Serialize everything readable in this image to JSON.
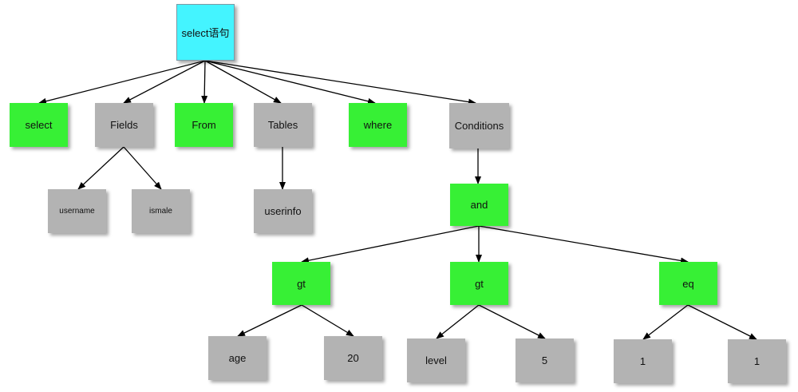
{
  "colors": {
    "root": "#44f4ff",
    "keyword": "#37f035",
    "field": "#b3b3b3",
    "edge": "#000000"
  },
  "nodes": {
    "root": "select语句",
    "select": "select",
    "fields": "Fields",
    "from": "From",
    "tables": "Tables",
    "where": "where",
    "conditions": "Conditions",
    "username": "username",
    "ismale": "ismale",
    "userinfo": "userinfo",
    "and": "and",
    "gt_age": "gt",
    "gt_level": "gt",
    "eq": "eq",
    "age": "age",
    "val_20": "20",
    "level": "level",
    "val_5": "5",
    "one_left": "1",
    "one_right": "1"
  }
}
